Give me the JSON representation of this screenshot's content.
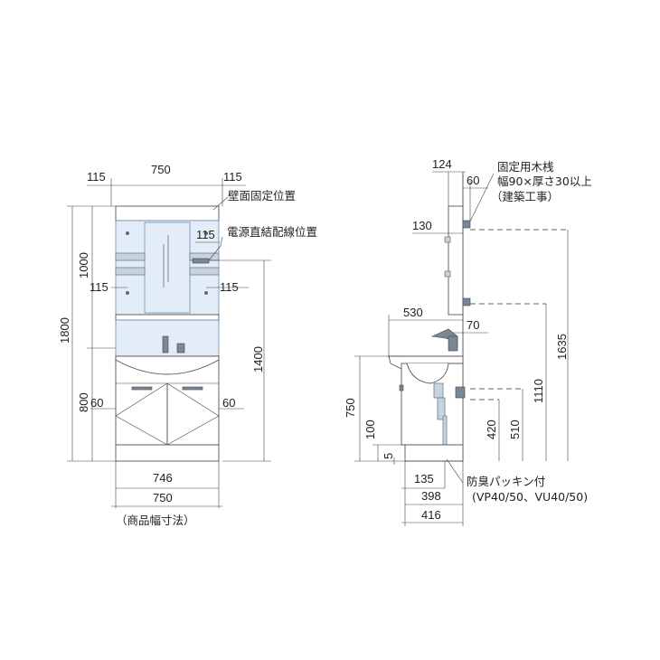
{
  "front": {
    "top_dims": [
      "115",
      "750",
      "115"
    ],
    "side_left": [
      "1000",
      "1800",
      "800"
    ],
    "inner_left_115": "115",
    "inner_right_115a": "115",
    "inner_right_115b": "115",
    "right_1400": "1400",
    "tap_60_left": "60",
    "tap_60_right": "60",
    "bottom_746": "746",
    "bottom_750": "750",
    "product_width_note": "（商品幅寸法）",
    "wall_fix_label": "壁面固定位置",
    "power_label": "電源直結配線位置"
  },
  "side": {
    "top_124": "124",
    "top_60": "60",
    "label_130": "130",
    "label_530": "530",
    "label_70": "70",
    "left_750": "750",
    "left_100": "100",
    "left_5": "5",
    "right_420": "420",
    "right_510": "510",
    "right_1110": "1110",
    "right_1635": "1635",
    "bottom_135": "135",
    "bottom_398": "398",
    "bottom_416": "416",
    "wood_label_1": "固定用木桟",
    "wood_label_2": "幅90×厚さ30以上",
    "wood_label_3": "（建築工事）",
    "trap_label_1": "防臭パッキン付",
    "trap_label_2": "(VP40/50、VU40/50)"
  }
}
